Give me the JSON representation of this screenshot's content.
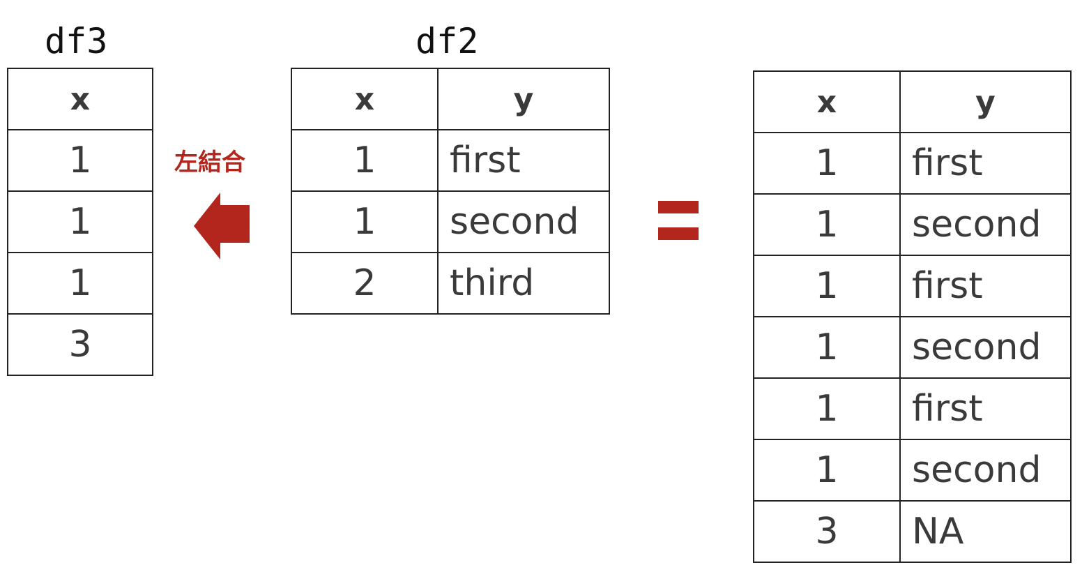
{
  "df3": {
    "name": "df3",
    "header": [
      "x"
    ],
    "rows": [
      [
        "1"
      ],
      [
        "1"
      ],
      [
        "1"
      ],
      [
        "3"
      ]
    ]
  },
  "df2": {
    "name": "df2",
    "header": [
      "x",
      "y"
    ],
    "rows": [
      [
        "1",
        "first"
      ],
      [
        "1",
        "second"
      ],
      [
        "2",
        "third"
      ]
    ]
  },
  "operation": {
    "label": "左結合"
  },
  "result": {
    "header": [
      "x",
      "y"
    ],
    "rows": [
      [
        "1",
        "first"
      ],
      [
        "1",
        "second"
      ],
      [
        "1",
        "first"
      ],
      [
        "1",
        "second"
      ],
      [
        "1",
        "first"
      ],
      [
        "1",
        "second"
      ],
      [
        "3",
        "NA"
      ]
    ]
  },
  "colors": {
    "accent": "#b3261e",
    "border": "#222222",
    "text": "#3a3a3a"
  }
}
